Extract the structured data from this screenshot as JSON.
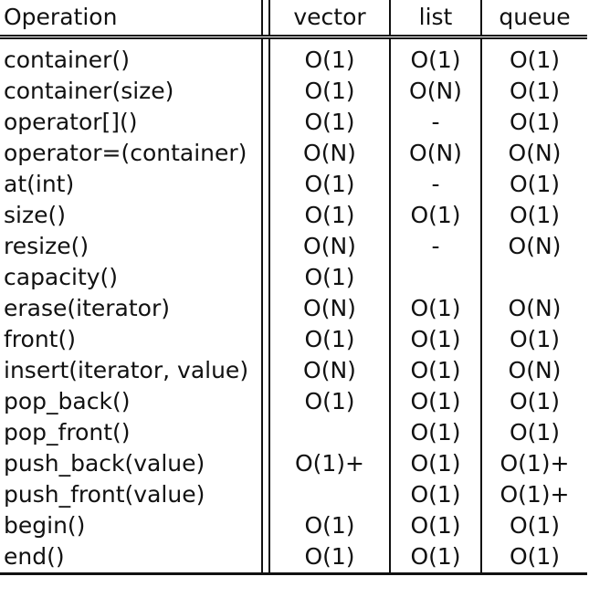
{
  "table": {
    "headers": {
      "operation": "Operation",
      "vector": "vector",
      "list": "list",
      "queue": "queue"
    },
    "rows": [
      {
        "op": "container()",
        "vector": "O(1)",
        "list": "O(1)",
        "queue": "O(1)"
      },
      {
        "op": "container(size)",
        "vector": "O(1)",
        "list": "O(N)",
        "queue": "O(1)"
      },
      {
        "op": "operator[]()",
        "vector": "O(1)",
        "list": "-",
        "queue": "O(1)"
      },
      {
        "op": "operator=(container)",
        "vector": "O(N)",
        "list": "O(N)",
        "queue": "O(N)"
      },
      {
        "op": "at(int)",
        "vector": "O(1)",
        "list": "-",
        "queue": "O(1)"
      },
      {
        "op": "size()",
        "vector": "O(1)",
        "list": "O(1)",
        "queue": "O(1)"
      },
      {
        "op": "resize()",
        "vector": "O(N)",
        "list": "-",
        "queue": "O(N)"
      },
      {
        "op": "capacity()",
        "vector": "O(1)",
        "list": "",
        "queue": ""
      },
      {
        "op": "erase(iterator)",
        "vector": "O(N)",
        "list": "O(1)",
        "queue": "O(N)"
      },
      {
        "op": "front()",
        "vector": "O(1)",
        "list": "O(1)",
        "queue": "O(1)"
      },
      {
        "op": "insert(iterator, value)",
        "vector": "O(N)",
        "list": "O(1)",
        "queue": "O(N)"
      },
      {
        "op": "pop_back()",
        "vector": "O(1)",
        "list": "O(1)",
        "queue": "O(1)"
      },
      {
        "op": "pop_front()",
        "vector": "",
        "list": "O(1)",
        "queue": "O(1)"
      },
      {
        "op": "push_back(value)",
        "vector": "O(1)+",
        "list": "O(1)",
        "queue": "O(1)+"
      },
      {
        "op": "push_front(value)",
        "vector": "",
        "list": "O(1)",
        "queue": "O(1)+"
      },
      {
        "op": "begin()",
        "vector": "O(1)",
        "list": "O(1)",
        "queue": "O(1)"
      },
      {
        "op": "end()",
        "vector": "O(1)",
        "list": "O(1)",
        "queue": "O(1)"
      }
    ]
  }
}
